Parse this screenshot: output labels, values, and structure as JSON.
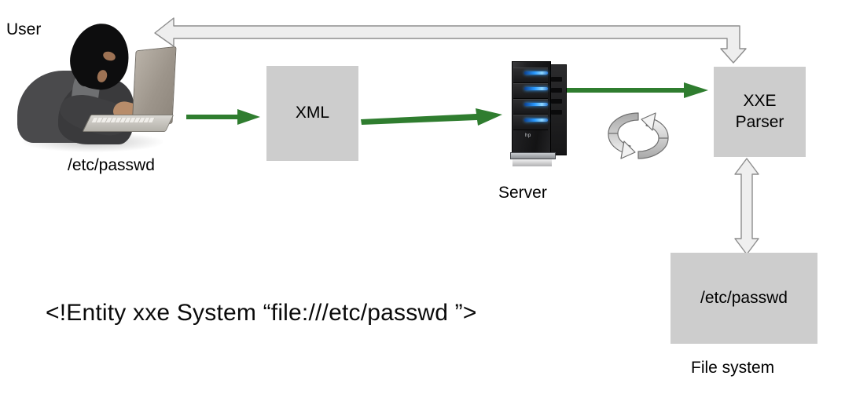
{
  "diagram": {
    "title": "XXE (XML External Entity) attack flow",
    "colors": {
      "box_fill": "#cdcdcd",
      "green_arrow": "#2f7d2f",
      "gray_arrow_fill": "#eeeeee",
      "gray_arrow_stroke": "#8d8d8d",
      "text": "#000000",
      "background": "#ffffff"
    },
    "labels": {
      "user": "User",
      "user_request": "/etc/passwd",
      "server": "Server",
      "file_system": "File system"
    },
    "boxes": [
      {
        "id": "xml",
        "text": "XML"
      },
      {
        "id": "xxe-parser",
        "line1": "XXE",
        "line2": "Parser"
      },
      {
        "id": "file-system",
        "text": "/etc/passwd"
      }
    ],
    "code_snippet": "<!Entity xxe System “file:///etc/passwd ”>",
    "icons": {
      "hacker": "hacker-with-laptop-icon",
      "server": "server-tower-icon",
      "cycle": "circular-arrows-icon"
    },
    "arrows": [
      {
        "id": "user-to-xml",
        "style": "green",
        "direction": "right"
      },
      {
        "id": "xml-to-server",
        "style": "green",
        "direction": "right"
      },
      {
        "id": "server-to-parser",
        "style": "green",
        "direction": "right"
      },
      {
        "id": "parser-to-user",
        "style": "gray-elbow",
        "direction": "down-then-left"
      },
      {
        "id": "parser-to-filesystem",
        "style": "gray-double",
        "direction": "up-down"
      }
    ]
  }
}
